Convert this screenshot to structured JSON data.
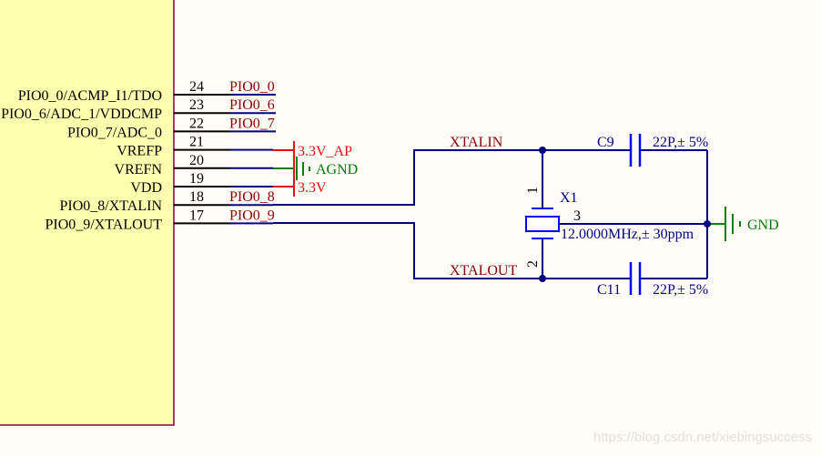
{
  "component": {
    "pins": [
      {
        "number": "24",
        "name": "PIO0_0/ACMP_I1/TDO",
        "net": "PIO0_0"
      },
      {
        "number": "23",
        "name": "PIO0_6/ADC_1/VDDCMP",
        "net": "PIO0_6"
      },
      {
        "number": "22",
        "name": "PIO0_7/ADC_0",
        "net": "PIO0_7"
      },
      {
        "number": "21",
        "name": "VREFP",
        "net": ""
      },
      {
        "number": "20",
        "name": "VREFN",
        "net": ""
      },
      {
        "number": "19",
        "name": "VDD",
        "net": ""
      },
      {
        "number": "18",
        "name": "PIO0_8/XTALIN",
        "net": "PIO0_8"
      },
      {
        "number": "17",
        "name": "PIO0_9/XTALOUT",
        "net": "PIO0_9"
      }
    ]
  },
  "power": {
    "vrefp_port": "3.3V_AP",
    "vrefn_port": "AGND",
    "vdd_port": "3.3V",
    "gnd_port": "GND"
  },
  "nets": {
    "xtalin": "XTALIN",
    "xtalout": "XTALOUT"
  },
  "crystal": {
    "designator": "X1",
    "value": "12.0000MHz,± 30ppm",
    "pin1": "1",
    "pin2": "2",
    "pin3": "3"
  },
  "capacitors": [
    {
      "designator": "C9",
      "value": "22P,± 5%"
    },
    {
      "designator": "C11",
      "value": "22P,± 5%"
    }
  ],
  "colors": {
    "wire": "#000080",
    "component_fill": "#ffffb0",
    "component_border": "#800040",
    "power_red": "#e81010",
    "ground_green": "#008000",
    "net_label": "#8b0000"
  },
  "watermark": "https://blog.csdn.net/xiebingsuccess"
}
